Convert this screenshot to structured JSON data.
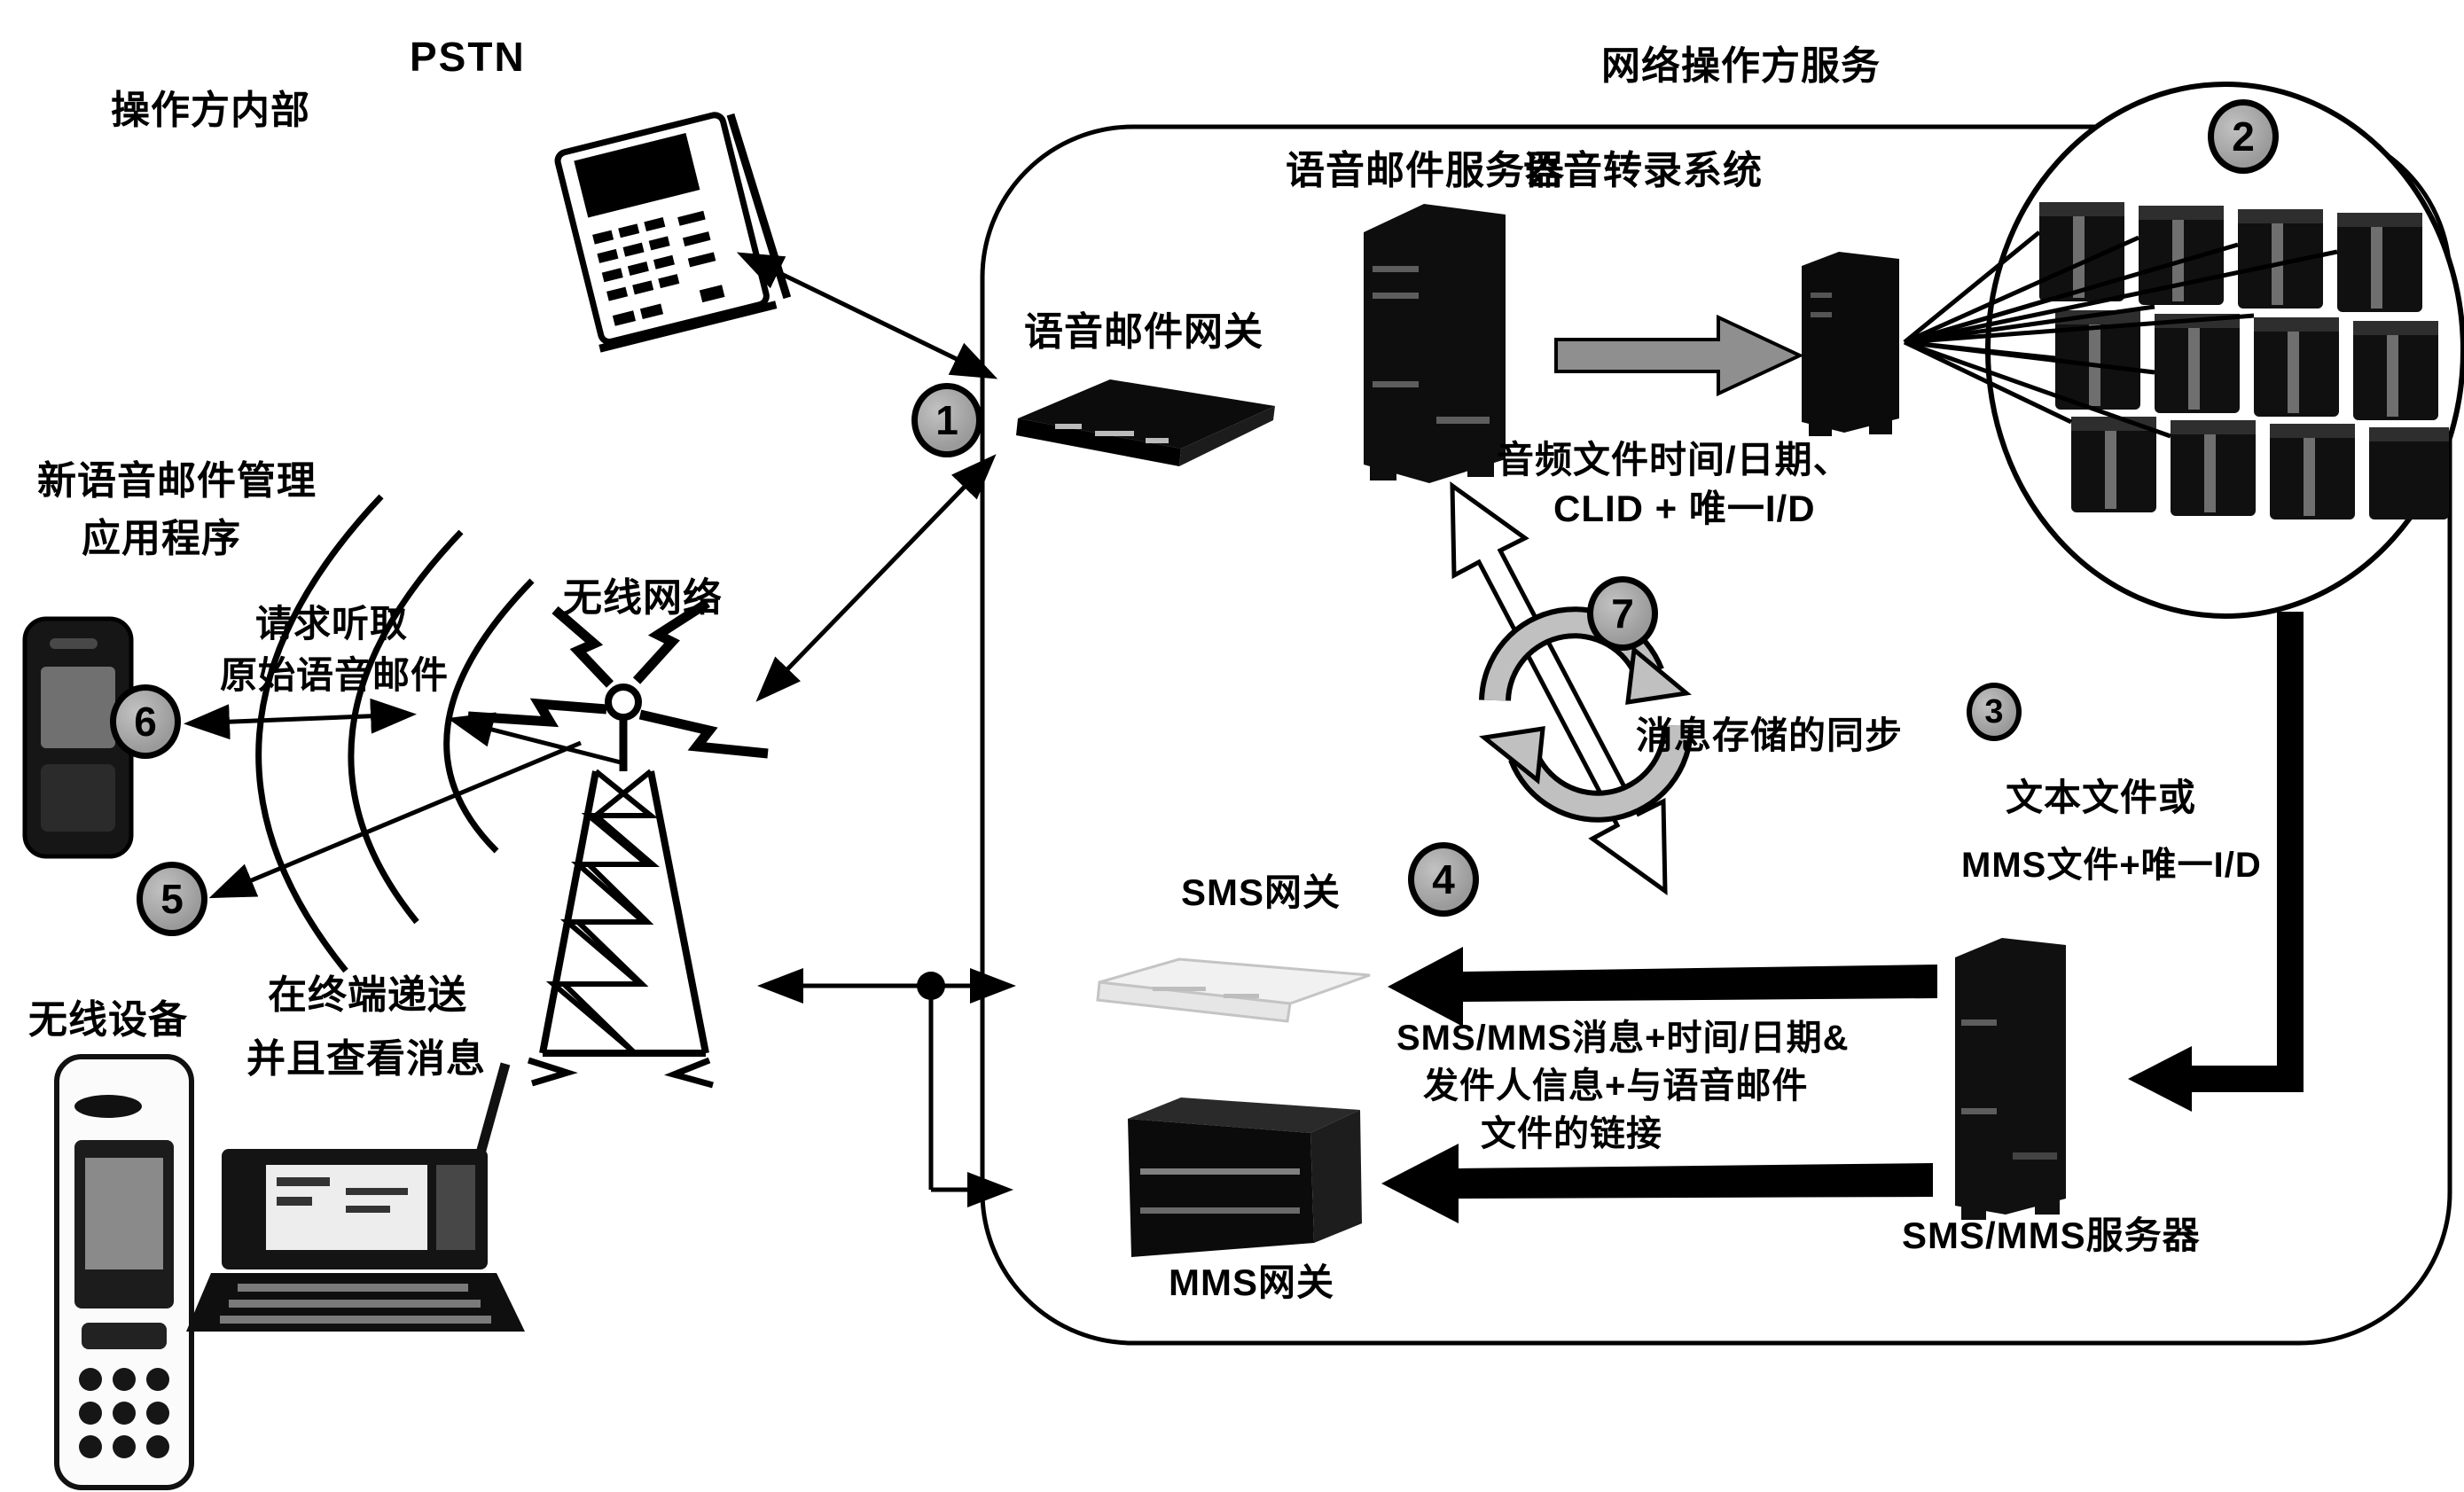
{
  "regions": {
    "operator_internal": "操作方内部",
    "network_operator_services": "网络操作方服务"
  },
  "nodes": {
    "pstn": "PSTN",
    "voicemail_gateway": "语音邮件网关",
    "voicemail_server": "语音邮件服务器",
    "transcription_system": "语音转录系统",
    "sms_gateway": "SMS网关",
    "mms_gateway": "MMS网关",
    "sms_mms_server": "SMS/MMS服务器",
    "wireless_network": "无线网络",
    "wireless_device": "无线设备"
  },
  "annotations": {
    "audio_file": {
      "line1": "音频文件时间/日期、",
      "line2": "CLID + 唯一I/D"
    },
    "sync_message_store": "消息存储的同步",
    "text_file": {
      "line1": "文本文件或",
      "line2": "MMS文件+唯一I/D"
    },
    "sms_mms_message": {
      "line1": "SMS/MMS消息+时间/日期&",
      "line2": "发件人信息+与语音邮件",
      "line3": "文件的链接"
    },
    "new_voicemail_app": {
      "line1": "新语音邮件管理",
      "line2": "应用程序"
    },
    "request_listen": {
      "line1": "请求听取",
      "line2": "原始语音邮件"
    },
    "deliver_view": {
      "line1": "在终端递送",
      "line2": "并且查看消息"
    }
  },
  "steps": {
    "step1": "1",
    "step2": "2",
    "step3": "3",
    "step4": "4",
    "step5": "5",
    "step6": "6",
    "step7": "7"
  },
  "colors": {
    "ink": "#000000",
    "step_circle_fill": "#a9a9a9",
    "gray_arrow": "#8f8f8f",
    "paper": "#ffffff"
  }
}
